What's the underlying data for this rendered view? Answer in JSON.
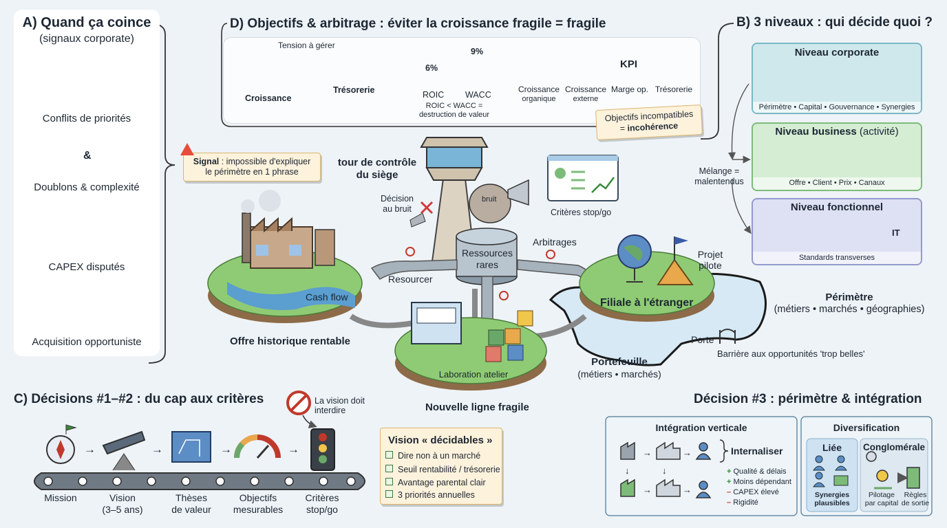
{
  "sectionA": {
    "title": "A) Quand ça coince",
    "subtitle": "(signaux corporate)",
    "items": [
      "Conflits de priorités",
      "Doublons & complexité",
      "CAPEX disputés",
      "Acquisition opportuniste"
    ],
    "amp": "&"
  },
  "signal": {
    "lead": "Signal",
    "text1": " : impossible d'expliquer",
    "text2": "le périmètre en 1 phrase"
  },
  "sectionD": {
    "title": "D) Objectifs & arbitrage : éviter la croissance fragile = fragile",
    "tension": "Tension à gérer",
    "left_pan": "Croissance",
    "right_pan": "Trésorerie",
    "roic_value": "6%",
    "wacc_value": "9%",
    "roic_label": "ROIC",
    "wacc_label": "WACC",
    "roic_caption1": "ROIC < WACC =",
    "roic_caption2": "destruction de valeur",
    "kpi_badge": "KPI",
    "icons": [
      {
        "l1": "Croissance",
        "l2": "organique"
      },
      {
        "l1": "Croissance",
        "l2": "externe"
      },
      {
        "l1": "Marge op.",
        "l2": ""
      },
      {
        "l1": "Trésorerie",
        "l2": ""
      }
    ],
    "incompat1": "Objectifs incompatibles",
    "incompat2_pre": "= ",
    "incompat2_b": "incohérence"
  },
  "sectionB": {
    "title": "B) 3 niveaux : qui décide quoi ?",
    "levels": [
      {
        "name": "Niveau corporate",
        "suffix": "",
        "caption": "Périmètre • Capital • Gouvernance • Synergies",
        "color": "#bfe0e6",
        "border": "#6fb3bf"
      },
      {
        "name": "Niveau business",
        "suffix": " (activité)",
        "caption": "Offre • Client • Prix • Canaux",
        "color": "#cdeacb",
        "border": "#7dbb79"
      },
      {
        "name": "Niveau fonctionnel",
        "suffix": "",
        "caption": "Standards transverses",
        "color": "#d9dcf2",
        "border": "#9399cf"
      }
    ],
    "melange1": "Mélange =",
    "melange2": "malentendus"
  },
  "center": {
    "tower1": "tour de contrôle",
    "tower2": "du siège",
    "decision1": "Décision",
    "decision2": "au bruit",
    "bruit": "bruit",
    "criteres": "Critères stop/go",
    "ressources1": "Ressources",
    "ressources2": "rares",
    "arbitrages": "Arbitrages",
    "resourcer": "Resourcer",
    "cashflow": "Cash flow",
    "offre": "Offre historique rentable",
    "projet1": "Projet",
    "projet2": "pilote",
    "filiale": "Filiale à l'étranger",
    "perimetre": "Périmètre",
    "perimetre_sub": "(métiers • marchés • géographies)",
    "porte": "Porte",
    "barriere": "Barrière aux opportunités 'trop belles'",
    "portefeuille": "Portefeuille",
    "portefeuille_sub": "(métiers • marchés)",
    "laboration": "Laboration atelier",
    "nouvelle": "Nouvelle ligne fragile"
  },
  "sectionC": {
    "title": "C) Décisions #1–#2 : du cap aux critères",
    "vision_doit1": "La vision doit",
    "vision_doit2": "interdire",
    "steps": [
      {
        "l1": "Mission",
        "l2": ""
      },
      {
        "l1": "Vision",
        "l2": "(3–5 ans)"
      },
      {
        "l1": "Thèses",
        "l2": "de valeur"
      },
      {
        "l1": "Objectifs",
        "l2": "mesurables"
      },
      {
        "l1": "Critères",
        "l2": "stop/go"
      }
    ],
    "arrow": "→",
    "decidables_title": "Vision « décidables »",
    "decidables": [
      "Dire non à un marché",
      "Seuil rentabilité / trésorerie",
      "Avantage parental clair",
      "3 priorités annuelles"
    ]
  },
  "decision3": {
    "title": "Décision #3 : périmètre & intégration",
    "verticale": "Intégration verticale",
    "internaliser": "Internaliser",
    "pros_cons": [
      {
        "sign": "+",
        "text": "Qualité & délais",
        "color": "#2f8a3a"
      },
      {
        "sign": "+",
        "text": "Moins dépendant",
        "color": "#2f8a3a"
      },
      {
        "sign": "–",
        "text": "CAPEX élevé",
        "color": "#c0392b"
      },
      {
        "sign": "–",
        "text": "Rigidité",
        "color": "#c0392b"
      }
    ],
    "diversification": "Diversification",
    "liee": "Liée",
    "conglomerale": "Conglomérale",
    "synergies1": "Synergies",
    "synergies2": "plausibles",
    "pilotage1": "Pilotage",
    "pilotage2": "par capital",
    "regles1": "Règles",
    "regles2": "de sortie"
  }
}
